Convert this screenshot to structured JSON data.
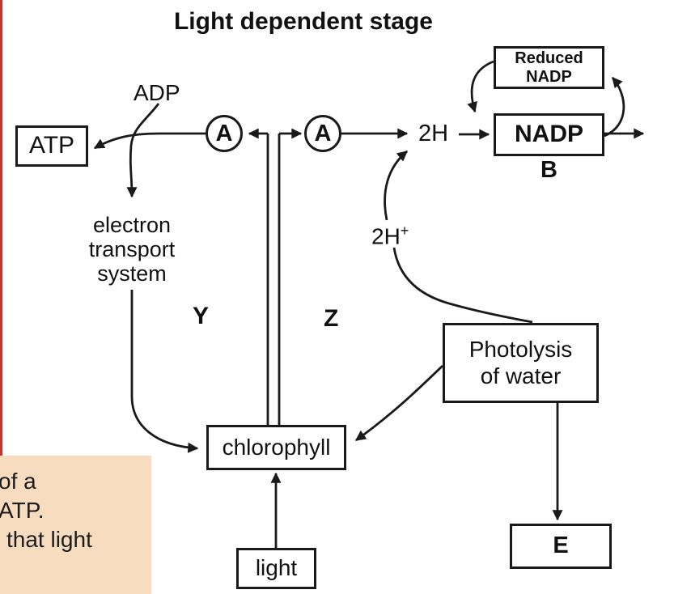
{
  "diagram": {
    "title": "Light dependent stage",
    "boxes": {
      "atp": {
        "label": "ATP"
      },
      "reduced_nadp": {
        "line1": "Reduced",
        "line2": "NADP"
      },
      "nadp": {
        "label": "NADP",
        "sublabel": "B"
      },
      "photolysis": {
        "line1": "Photolysis",
        "line2": "of water"
      },
      "chlorophyll": {
        "label": "chlorophyll"
      },
      "light": {
        "label": "light"
      },
      "e": {
        "label": "E"
      }
    },
    "labels": {
      "adp": "ADP",
      "ets_line1": "electron",
      "ets_line2": "transport",
      "ets_line3": "system",
      "two_h": "2H",
      "two_h_plus_base": "2H",
      "two_h_plus_sup": "+",
      "y": "Y",
      "z": "Z",
      "carrier": "A"
    }
  },
  "note": {
    "line1": "of a",
    "line2": "ATP.",
    "line3": "that light"
  },
  "colors": {
    "ink": "#1a1a1a",
    "note_bg": "#f7dcc0",
    "red_bar": "#c0392b"
  }
}
